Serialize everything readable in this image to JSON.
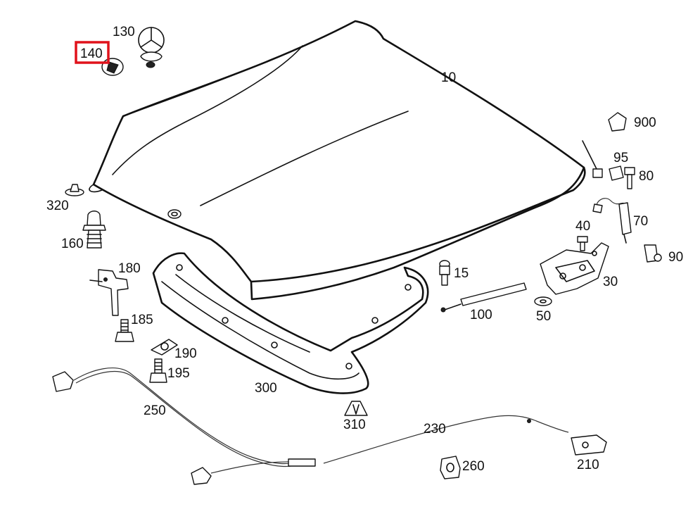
{
  "highlight_color": "#e0121b",
  "line_color": "#111111",
  "parts": {
    "p10": {
      "label": "10"
    },
    "p15": {
      "label": "15"
    },
    "p30": {
      "label": "30"
    },
    "p40": {
      "label": "40"
    },
    "p50": {
      "label": "50"
    },
    "p70": {
      "label": "70"
    },
    "p80": {
      "label": "80"
    },
    "p90": {
      "label": "90"
    },
    "p95": {
      "label": "95"
    },
    "p100": {
      "label": "100"
    },
    "p130": {
      "label": "130"
    },
    "p140": {
      "label": "140",
      "highlighted": true
    },
    "p160": {
      "label": "160"
    },
    "p180": {
      "label": "180"
    },
    "p185": {
      "label": "185"
    },
    "p190": {
      "label": "190"
    },
    "p195": {
      "label": "195"
    },
    "p210": {
      "label": "210"
    },
    "p230": {
      "label": "230"
    },
    "p250": {
      "label": "250"
    },
    "p260": {
      "label": "260"
    },
    "p300": {
      "label": "300"
    },
    "p310": {
      "label": "310"
    },
    "p320": {
      "label": "320"
    },
    "p900": {
      "label": "900"
    }
  }
}
